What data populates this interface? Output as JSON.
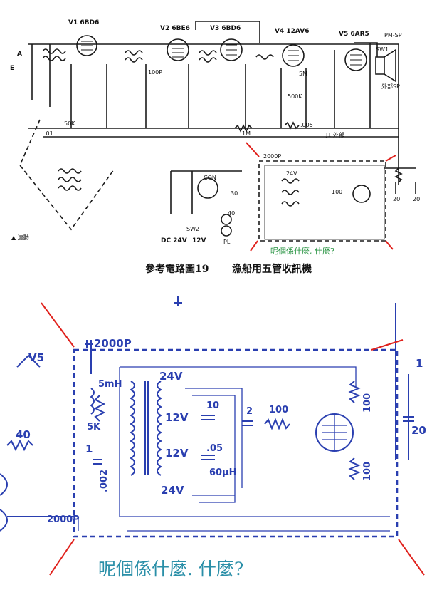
{
  "top_diagram": {
    "tubes": [
      "V1 6BD6",
      "V2 6BE6",
      "V3 6BD6",
      "V4 12AV6",
      "V5 6AR5"
    ],
    "labels": {
      "antenna": "A",
      "earth": "E",
      "speaker": "PM-SP",
      "sw1": "SW1",
      "ext_sp": "外部SP",
      "ext_osc": "J1 外部",
      "power": "DC 24V",
      "v12": "12V",
      "sw2": "SW2",
      "pl": "PL",
      "con": "CON",
      "c2000": "2000P",
      "c24v": "24V",
      "r1m": "1M",
      "r50k": "50K",
      "c01": ".01",
      "r005": ".005",
      "r5m": "5M",
      "r500k": "500K",
      "r100": "100",
      "r20": "20",
      "c100p": "100P",
      "r40": "40",
      "r30": "30",
      "legend_left": "▲ 連動"
    },
    "caption_number": "參考電路圖19",
    "caption_title": "漁船用五管收訊機",
    "note_green": "呢個係什麼, 什麼?"
  },
  "bottom_zoom": {
    "labels": {
      "c2000_top": "2000P",
      "v5": "V5",
      "r5mh": "5mH",
      "r5k": "5K",
      "v24_top": "24V",
      "v12_a": "12V",
      "v12_b": "12V",
      "v24_bot": "24V",
      "c10": "10",
      "c2": "2",
      "r100_mid": "100",
      "r100_right_top": "100",
      "r100_right_bot": "100",
      "c05": ".05",
      "r60uh": "60μH",
      "c002": ".002",
      "c1": "1",
      "c2000_bot": "2000P",
      "r40": "40",
      "r20": "20",
      "r1": "1"
    },
    "note": "呢個係什麼. 什麼?"
  }
}
